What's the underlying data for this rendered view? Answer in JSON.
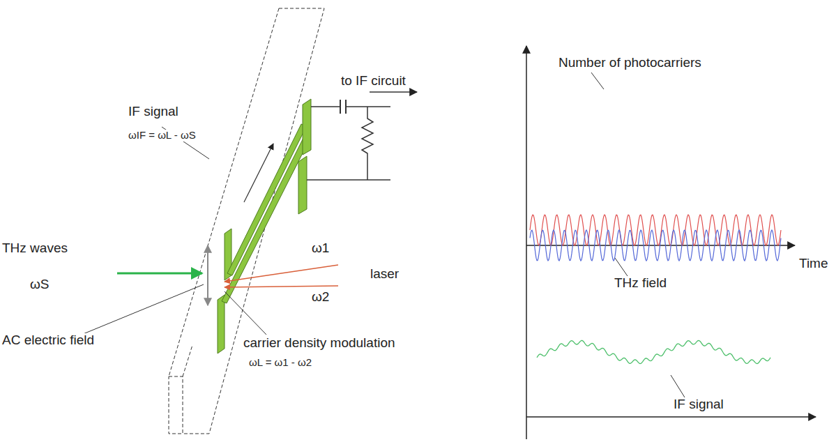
{
  "diagram": {
    "labels": [
      "to IF circuit",
      "IF signal",
      "ωIF = ωL - ωS",
      "THz waves",
      "ωS",
      "ω1",
      "laser",
      "ω2",
      "AC electric field",
      "carrier density modulation",
      "ωL = ω1 - ω2",
      "Number of photocarriers",
      "THz field",
      "Time",
      "IF signal"
    ]
  }
}
